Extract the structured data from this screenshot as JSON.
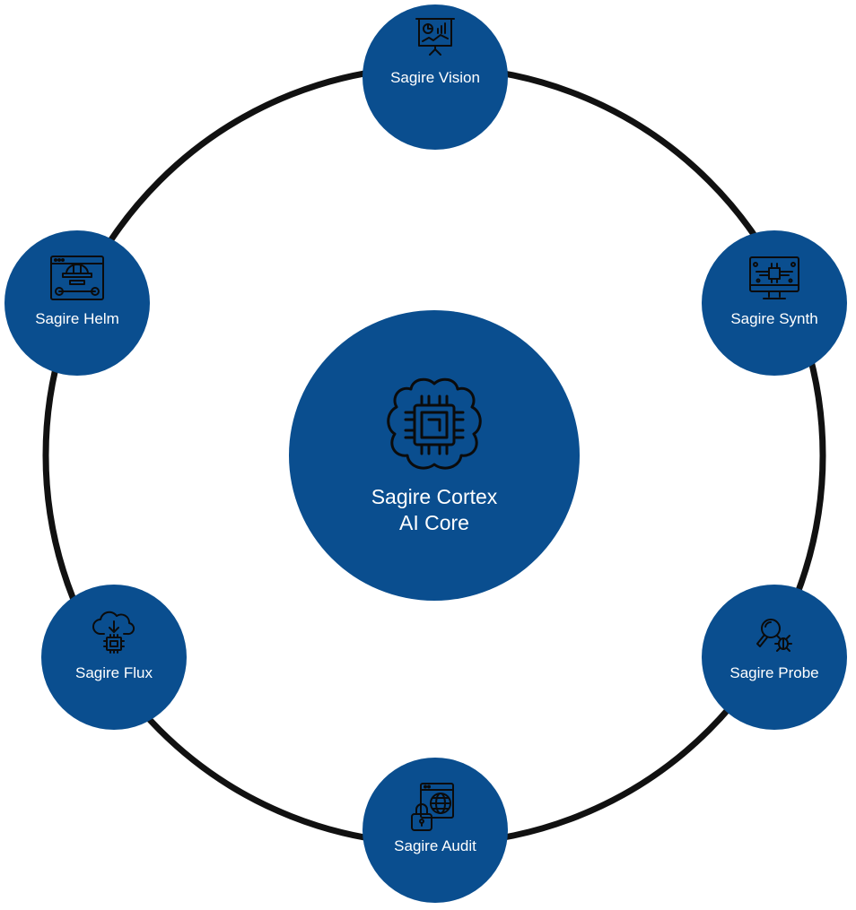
{
  "colors": {
    "node_fill": "#0a4e8f",
    "ring": "#111111",
    "icon_stroke": "#0b0b0b",
    "label_text": "#ffffff",
    "background": "#ffffff"
  },
  "core": {
    "line1": "Sagire Cortex",
    "line2": "AI Core",
    "icon": "brain-chip-icon"
  },
  "nodes": {
    "vision": {
      "label": "Sagire Vision",
      "icon": "presentation-board-icon"
    },
    "synth": {
      "label": "Sagire Synth",
      "icon": "circuit-monitor-icon"
    },
    "probe": {
      "label": "Sagire Probe",
      "icon": "magnifier-bug-icon"
    },
    "audit": {
      "label": "Sagire Audit",
      "icon": "secure-web-padlock-icon"
    },
    "flux": {
      "label": "Sagire Flux",
      "icon": "cloud-download-chip-icon"
    },
    "helm": {
      "label": "Sagire Helm",
      "icon": "browser-helmet-wrench-icon"
    }
  }
}
